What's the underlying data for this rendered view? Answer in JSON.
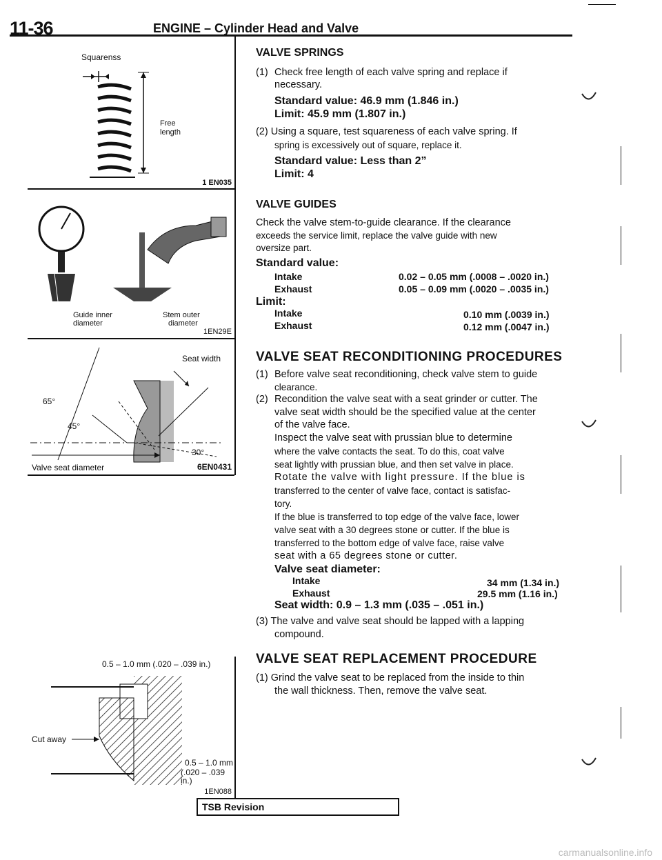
{
  "header": {
    "page_number": "11-36",
    "title": "ENGINE – Cylinder Head and Valve"
  },
  "figures": {
    "fig1": {
      "label_square": "Squarenss",
      "label_free": "Free",
      "label_length": "length",
      "code": "1 EN035"
    },
    "fig2": {
      "label_guide1": "Guide inner",
      "label_guide2": "diameter",
      "label_stem1": "Stem outer",
      "label_stem2": "diameter",
      "code": "1EN29E"
    },
    "fig3": {
      "label_seat_width": "Seat width",
      "angle_65": "65°",
      "angle_45": "45°",
      "angle_30": "30°",
      "label_diameter": "Valve seat diameter",
      "code": "6EN0431"
    },
    "fig4": {
      "label_top": "0.5 – 1.0 mm (.020 – .039 in.)",
      "label_cut": "Cut away",
      "label_right1": "0.5 – 1.0 mm",
      "label_right2": "(.020 – .039 in.)",
      "code": "1EN088"
    }
  },
  "valve_springs": {
    "heading": "VALVE SPRINGS",
    "step1_num": "(1)",
    "step1_line1": "Check free length of each valve spring and replace if",
    "step1_line2": "necessary.",
    "std1": "Standard value: 46.9 mm (1.846 in.)",
    "lim1": "Limit: 45.9 mm (1.807 in.)",
    "step2_line1": "(2) Using a square, test squareness of each valve spring. If",
    "step2_line2": "spring is excessively out of square, replace it.",
    "std2": "Standard value: Less than 2”",
    "lim2": "Limit: 4"
  },
  "valve_guides": {
    "heading": "VALVE GUIDES",
    "line1": "Check the valve stem-to-guide clearance. If the clearance",
    "line2": "exceeds the service limit, replace the valve guide with new",
    "line3": "oversize part.",
    "std_label": "Standard value:",
    "std_intake_label": "Intake",
    "std_intake_value": "0.02 – 0.05 mm (.0008 – .0020 in.)",
    "std_exhaust_label": "Exhaust",
    "std_exhaust_value": "0.05 – 0.09 mm (.0020 – .0035 in.)",
    "limit_label": "Limit:",
    "lim_intake_label": "Intake",
    "lim_intake_value": "0.10 mm (.0039 in.)",
    "lim_exhaust_label": "Exhaust",
    "lim_exhaust_value": "0.12 mm (.0047 in.)"
  },
  "reconditioning": {
    "heading": "VALVE SEAT RECONDITIONING PROCEDURES",
    "s1_num": "(1)",
    "s1_line1": "Before valve seat reconditioning, check valve stem to guide",
    "s1_line2": "clearance.",
    "s2_num": "(2)",
    "s2_line1": "Recondition the valve seat with a seat grinder or cutter. The",
    "s2_line2": "valve seat width should be the specified value at the center",
    "s2_line3": "of the valve face.",
    "s2_line4": "Inspect the valve seat with prussian blue to determine",
    "s2_line5": "where the valve contacts the seat. To do this, coat valve",
    "s2_line6": "seat lightly with prussian blue, and then set valve in place.",
    "s2_line7": "Rotate the valve with light pressure. If the blue is",
    "s2_line8": "transferred to the center of valve face, contact is satisfac-",
    "s2_line9": "tory.",
    "s2_line10": "If the blue is transferred to top edge of the valve face, lower",
    "s2_line11": "valve seat with a 30 degrees stone or cutter. If the blue is",
    "s2_line12": "transferred to the bottom edge of valve face, raise valve",
    "s2_line13": "seat with a 65 degrees stone or cutter.",
    "diam_label": "Valve seat diameter:",
    "diam_intake_label": "Intake",
    "diam_intake_value": "34 mm (1.34 in.)",
    "diam_exhaust_label": "Exhaust",
    "diam_exhaust_value": "29.5 mm (1.16 in.)",
    "seat_width": "Seat width: 0.9 – 1.3 mm (.035 – .051 in.)",
    "s3_line1": "(3) The valve and valve seat should be lapped with a lapping",
    "s3_line2": "compound."
  },
  "replacement": {
    "heading": "VALVE SEAT REPLACEMENT PROCEDURE",
    "s1_line1": "(1) Grind the valve seat to be replaced from the inside to thin",
    "s1_line2": "the wall thickness. Then, remove the valve seat."
  },
  "footer": {
    "tsb": "TSB Revision",
    "watermark": "carmanualsonline.info"
  }
}
